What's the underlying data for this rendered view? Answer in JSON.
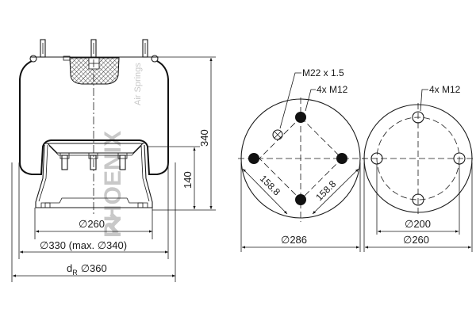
{
  "side_view": {
    "dimensions": {
      "height_total": "340",
      "height_piston": "140",
      "piston_diameter": "∅260",
      "bellow_diameter": "∅330 (max. ∅340)",
      "rolling_diameter_prefix": "d",
      "rolling_diameter_subscript": "R",
      "rolling_diameter_value": "∅360"
    },
    "watermark": {
      "brand": "PHOENIX",
      "tagline": "Air Springs"
    }
  },
  "top_plate_view": {
    "labels": {
      "air_connection": "M22 x 1.5",
      "studs": "4x M12"
    },
    "dimensions": {
      "stud_spacing_left": "158.8",
      "stud_spacing_right": "158.8",
      "plate_diameter": "∅286"
    }
  },
  "piston_view": {
    "labels": {
      "bolts": "4x M12"
    },
    "dimensions": {
      "bolt_circle_diameter": "∅200",
      "piston_diameter": "∅260"
    }
  }
}
